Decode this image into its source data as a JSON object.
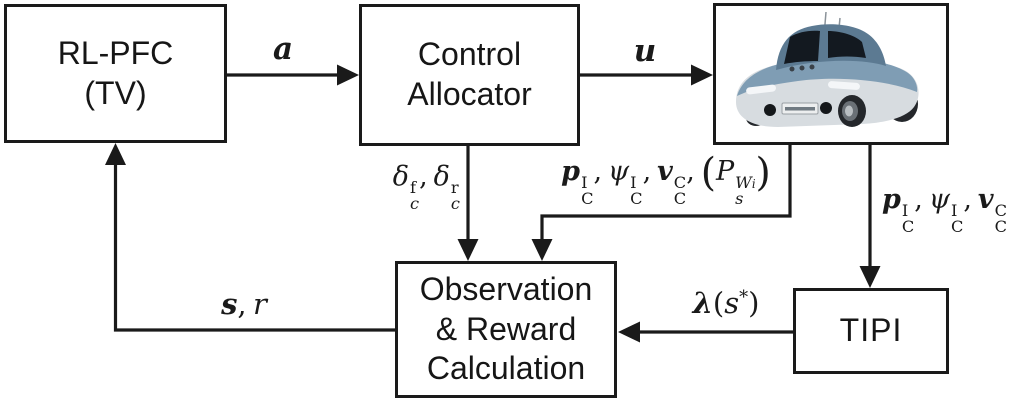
{
  "colors": {
    "line": "#1a1a1a",
    "background": "#ffffff"
  },
  "blocks": {
    "rl_pfc": {
      "line1": "RL-PFC",
      "line2": "(TV)"
    },
    "control_allocator": {
      "line1": "Control",
      "line2": "Allocator"
    },
    "observation": {
      "line1": "Observation",
      "line2": "& Reward",
      "line3": "Calculation"
    },
    "tipi": {
      "label": "TIPI"
    }
  },
  "signals": {
    "comma": ",",
    "a": "a",
    "u": "u",
    "s": "s",
    "r": "r",
    "delta_front": {
      "base": "δ",
      "sup": "f",
      "sub": "c"
    },
    "delta_rear": {
      "base": "δ",
      "sup": "r",
      "sub": "c"
    },
    "p": {
      "base": "p",
      "sup": "I",
      "sub": "C"
    },
    "psi": {
      "base": "ψ",
      "sup": "I",
      "sub": "C"
    },
    "v": {
      "base": "v",
      "sup": "C",
      "sub": "C"
    },
    "P_slip": {
      "open": "(",
      "base": "P",
      "sup": "W",
      "sup_sub": "i",
      "sub": "s",
      "close": ")"
    },
    "lambda": {
      "base": "λ",
      "open": "(",
      "arg": "s",
      "sup": "*",
      "close": ")"
    }
  },
  "vehicle": {
    "colors": {
      "body_top": "#7f9db4",
      "body_bottom": "#d7dce0",
      "roof": "#5c7a92",
      "window": "#131920",
      "wheel": "#24272b",
      "hub": "#6a7076",
      "hub_center": "#b9bec2",
      "light": "#f4f6f8",
      "accent_red": "#8e2f2f",
      "antenna": "#8a9299",
      "plate": "#eceeef",
      "plate_text": "#707a82",
      "fog": "#14171a",
      "sensor": "#3a4148"
    }
  }
}
